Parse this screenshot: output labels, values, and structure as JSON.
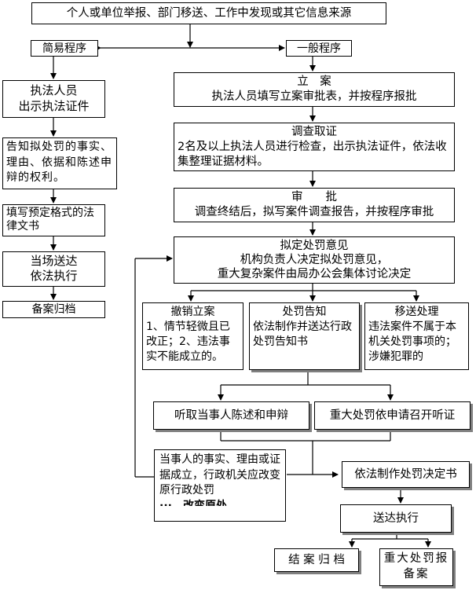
{
  "source_box": "个人或单位举报、部门移送、工作中发现或其它信息来源",
  "simple": {
    "label": "简易程序",
    "steps": [
      [
        "执法人员",
        "出示执法证件"
      ],
      [
        "告知拟处罚的事实、理由、依据和陈述申辩的权利。"
      ],
      [
        "填写预定格式的法律文书"
      ],
      [
        "当场送达",
        "依法执行"
      ],
      [
        "备案归档"
      ]
    ]
  },
  "general": {
    "label": "一般程序",
    "filing": {
      "title": "立　案",
      "text": "执法人员填写立案审批表，并按程序报批"
    },
    "investigation": {
      "title": "调查取证",
      "text": "2名及以上执法人员进行检查，出示执法证件，依法收集整理证据材料。"
    },
    "approval": {
      "title": "审　　批",
      "text": "调查终结后，拟写案件调查报告，并按程序审批"
    },
    "proposal": {
      "title": "拟定处罚意见",
      "lines": [
        "机构负责人决定拟处罚意见，",
        "重大复杂案件由局办公会集体讨论决定"
      ]
    },
    "revoke": {
      "title": "撤销立案",
      "text": "1、情节轻微且已改正；2、违法事实不能成立的。"
    },
    "notice": {
      "title": "处罚告知",
      "text": "依法制作并送达行政处罚告知书"
    },
    "transfer": {
      "title": "移送处理",
      "text": "违法案件不属于本机关处罚事项的；涉嫌犯罪的"
    },
    "hearing_statement": "听取当事人陈述和申辩",
    "hearing_request": "重大处罚依申请召开听证",
    "change": {
      "text": "当事人的事实、理由或证据成立，行政机关应改变原行政处罚",
      "cut": "···　改变原处"
    },
    "decision": "依法制作处罚决定书",
    "delivery": "送达执行",
    "archive": "结 案 归 档",
    "major_record": "重大处罚报备案"
  }
}
